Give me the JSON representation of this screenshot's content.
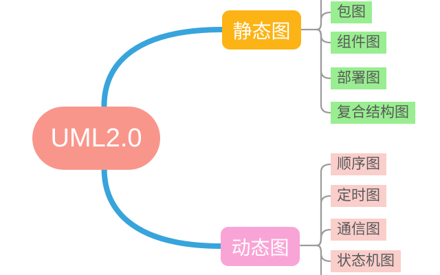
{
  "app": {
    "kind": "mindmap"
  },
  "root": {
    "label": "UML2.0"
  },
  "branches": [
    {
      "label": "静态图",
      "children": [
        {
          "label": "包图"
        },
        {
          "label": "组件图"
        },
        {
          "label": "部署图"
        },
        {
          "label": "复合结构图"
        }
      ]
    },
    {
      "label": "动态图",
      "children": [
        {
          "label": "顺序图"
        },
        {
          "label": "定时图"
        },
        {
          "label": "通信图"
        },
        {
          "label": "状态机图"
        }
      ]
    }
  ],
  "colors": {
    "root-bg": "#f9968b",
    "static-bg": "#fcb316",
    "dynamic-bg": "#f9a4d6",
    "child-green-bg": "#98ee90",
    "child-pink-bg": "#f9cecb",
    "connector-blue": "#38a4dc",
    "connector-gray": "#9b9b9b",
    "child-text": "#595959",
    "node-text": "#ffffff",
    "canvas-bg": "#ffffff"
  }
}
